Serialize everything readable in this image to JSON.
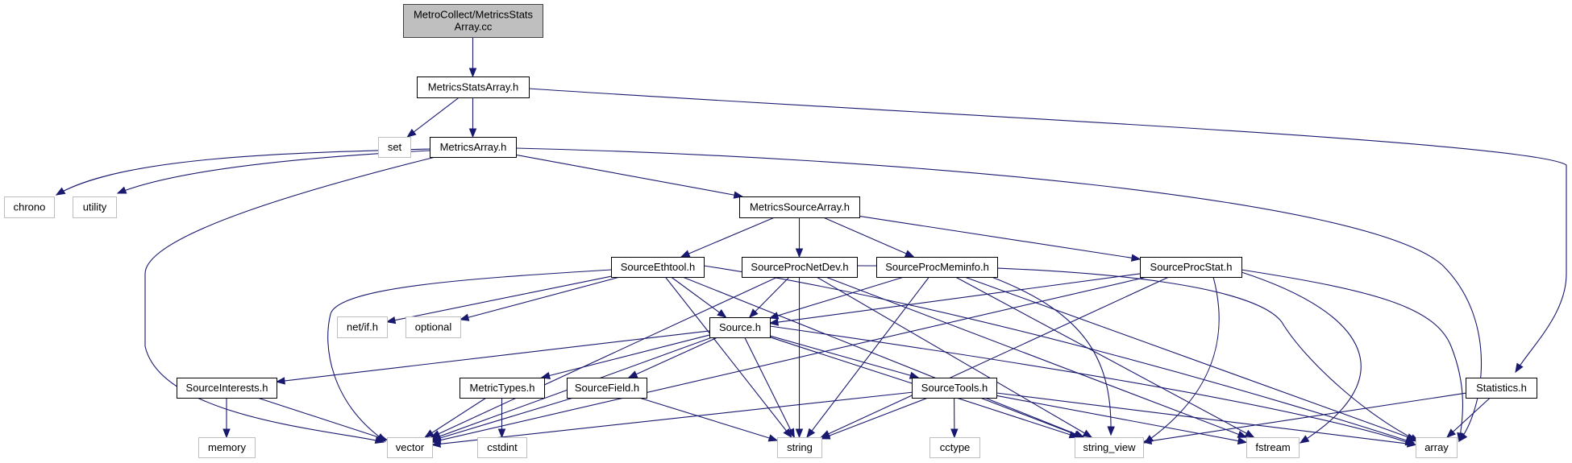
{
  "title": "Include dependency graph for MetroCollect/MetricsStatsArray.cc",
  "colors": {
    "edge": "#191970",
    "root_fill": "#bfbfbf",
    "documented_border": "#000000",
    "system_border": "#bfbfbf"
  },
  "nodes": [
    {
      "id": "root",
      "label_lines": [
        "MetroCollect/MetricsStats",
        "Array.cc"
      ],
      "kind": "root"
    },
    {
      "id": "metricsstatsarray_h",
      "label_lines": [
        "MetricsStatsArray.h"
      ],
      "kind": "documented"
    },
    {
      "id": "set",
      "label_lines": [
        "set"
      ],
      "kind": "system"
    },
    {
      "id": "metricsarray_h",
      "label_lines": [
        "MetricsArray.h"
      ],
      "kind": "documented"
    },
    {
      "id": "chrono",
      "label_lines": [
        "chrono"
      ],
      "kind": "system"
    },
    {
      "id": "utility",
      "label_lines": [
        "utility"
      ],
      "kind": "system"
    },
    {
      "id": "metricssourcearray_h",
      "label_lines": [
        "MetricsSourceArray.h"
      ],
      "kind": "documented"
    },
    {
      "id": "sourceethtool_h",
      "label_lines": [
        "SourceEthtool.h"
      ],
      "kind": "documented"
    },
    {
      "id": "sourceprocnetdev_h",
      "label_lines": [
        "SourceProcNetDev.h"
      ],
      "kind": "documented"
    },
    {
      "id": "sourceprocmeminfo_h",
      "label_lines": [
        "SourceProcMeminfo.h"
      ],
      "kind": "documented"
    },
    {
      "id": "sourceprocstat_h",
      "label_lines": [
        "SourceProcStat.h"
      ],
      "kind": "documented"
    },
    {
      "id": "netif_h",
      "label_lines": [
        "net/if.h"
      ],
      "kind": "system"
    },
    {
      "id": "optional",
      "label_lines": [
        "optional"
      ],
      "kind": "system"
    },
    {
      "id": "source_h",
      "label_lines": [
        "Source.h"
      ],
      "kind": "documented"
    },
    {
      "id": "sourceinterests_h",
      "label_lines": [
        "SourceInterests.h"
      ],
      "kind": "documented"
    },
    {
      "id": "metrictypes_h",
      "label_lines": [
        "MetricTypes.h"
      ],
      "kind": "documented"
    },
    {
      "id": "sourcefield_h",
      "label_lines": [
        "SourceField.h"
      ],
      "kind": "documented"
    },
    {
      "id": "sourcetools_h",
      "label_lines": [
        "SourceTools.h"
      ],
      "kind": "documented"
    },
    {
      "id": "statistics_h",
      "label_lines": [
        "Statistics.h"
      ],
      "kind": "documented"
    },
    {
      "id": "memory",
      "label_lines": [
        "memory"
      ],
      "kind": "system"
    },
    {
      "id": "vector",
      "label_lines": [
        "vector"
      ],
      "kind": "system"
    },
    {
      "id": "cstdint",
      "label_lines": [
        "cstdint"
      ],
      "kind": "system"
    },
    {
      "id": "string",
      "label_lines": [
        "string"
      ],
      "kind": "system"
    },
    {
      "id": "cctype",
      "label_lines": [
        "cctype"
      ],
      "kind": "system"
    },
    {
      "id": "string_view",
      "label_lines": [
        "string_view"
      ],
      "kind": "system"
    },
    {
      "id": "fstream",
      "label_lines": [
        "fstream"
      ],
      "kind": "system"
    },
    {
      "id": "array",
      "label_lines": [
        "array"
      ],
      "kind": "system"
    }
  ],
  "edges": [
    [
      "root",
      "metricsstatsarray_h"
    ],
    [
      "metricsstatsarray_h",
      "set"
    ],
    [
      "metricsstatsarray_h",
      "metricsarray_h"
    ],
    [
      "metricsstatsarray_h",
      "statistics_h"
    ],
    [
      "metricsarray_h",
      "chrono"
    ],
    [
      "metricsarray_h",
      "utility"
    ],
    [
      "metricsarray_h",
      "vector"
    ],
    [
      "metricsarray_h",
      "metricssourcearray_h"
    ],
    [
      "metricsarray_h",
      "array"
    ],
    [
      "metricssourcearray_h",
      "sourceethtool_h"
    ],
    [
      "metricssourcearray_h",
      "sourceprocnetdev_h"
    ],
    [
      "metricssourcearray_h",
      "sourceprocmeminfo_h"
    ],
    [
      "metricssourcearray_h",
      "sourceprocstat_h"
    ],
    [
      "sourceethtool_h",
      "vector"
    ],
    [
      "sourceethtool_h",
      "netif_h"
    ],
    [
      "sourceethtool_h",
      "optional"
    ],
    [
      "sourceethtool_h",
      "source_h"
    ],
    [
      "sourceethtool_h",
      "string"
    ],
    [
      "sourceethtool_h",
      "string_view"
    ],
    [
      "sourceethtool_h",
      "array"
    ],
    [
      "sourceprocnetdev_h",
      "vector"
    ],
    [
      "sourceprocnetdev_h",
      "source_h"
    ],
    [
      "sourceprocnetdev_h",
      "string"
    ],
    [
      "sourceprocnetdev_h",
      "string_view"
    ],
    [
      "sourceprocnetdev_h",
      "fstream"
    ],
    [
      "sourceprocnetdev_h",
      "array"
    ],
    [
      "sourceprocmeminfo_h",
      "source_h"
    ],
    [
      "sourceprocmeminfo_h",
      "string"
    ],
    [
      "sourceprocmeminfo_h",
      "string_view"
    ],
    [
      "sourceprocmeminfo_h",
      "fstream"
    ],
    [
      "sourceprocmeminfo_h",
      "array"
    ],
    [
      "sourceprocstat_h",
      "source_h"
    ],
    [
      "sourceprocstat_h",
      "vector"
    ],
    [
      "sourceprocstat_h",
      "string"
    ],
    [
      "sourceprocstat_h",
      "string_view"
    ],
    [
      "sourceprocstat_h",
      "fstream"
    ],
    [
      "sourceprocstat_h",
      "array"
    ],
    [
      "source_h",
      "sourceinterests_h"
    ],
    [
      "source_h",
      "metrictypes_h"
    ],
    [
      "source_h",
      "sourcefield_h"
    ],
    [
      "source_h",
      "sourcetools_h"
    ],
    [
      "source_h",
      "vector"
    ],
    [
      "source_h",
      "string"
    ],
    [
      "source_h",
      "string_view"
    ],
    [
      "source_h",
      "array"
    ],
    [
      "sourceinterests_h",
      "memory"
    ],
    [
      "sourceinterests_h",
      "vector"
    ],
    [
      "metrictypes_h",
      "vector"
    ],
    [
      "metrictypes_h",
      "cstdint"
    ],
    [
      "sourcefield_h",
      "vector"
    ],
    [
      "sourcefield_h",
      "string"
    ],
    [
      "sourcetools_h",
      "cctype"
    ],
    [
      "sourcetools_h",
      "vector"
    ],
    [
      "sourcetools_h",
      "string"
    ],
    [
      "sourcetools_h",
      "string_view"
    ],
    [
      "sourcetools_h",
      "fstream"
    ],
    [
      "sourcetools_h",
      "array"
    ],
    [
      "statistics_h",
      "string_view"
    ],
    [
      "statistics_h",
      "array"
    ]
  ]
}
